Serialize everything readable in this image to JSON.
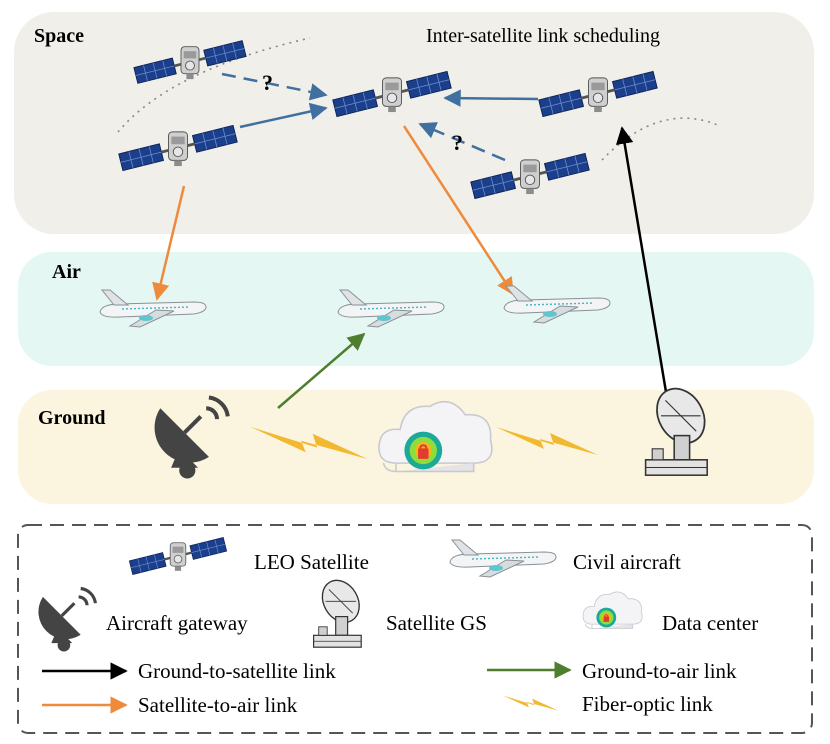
{
  "layers": {
    "space": "Space",
    "air": "Air",
    "ground": "Ground",
    "isl_title": "Inter-satellite link scheduling"
  },
  "question_mark": "?",
  "legend": {
    "leo_satellite": "LEO Satellite",
    "civil_aircraft": "Civil aircraft",
    "aircraft_gateway": "Aircraft gateway",
    "satellite_gs": "Satellite GS",
    "data_center": "Data center",
    "ground_to_satellite": "Ground-to-satellite link",
    "ground_to_air": "Ground-to-air link",
    "satellite_to_air": "Satellite-to-air link",
    "fiber_optic": "Fiber-optic link"
  },
  "colors": {
    "space_band": "#f1efe9",
    "air_band": "#e4f7f3",
    "ground_band": "#fbf5df",
    "isl_link": "#3f70a0",
    "ground_to_satellite": "#000000",
    "ground_to_air": "#4e7f2e",
    "satellite_to_air": "#ee8a3c",
    "fiber_optic": "#f2b830"
  }
}
